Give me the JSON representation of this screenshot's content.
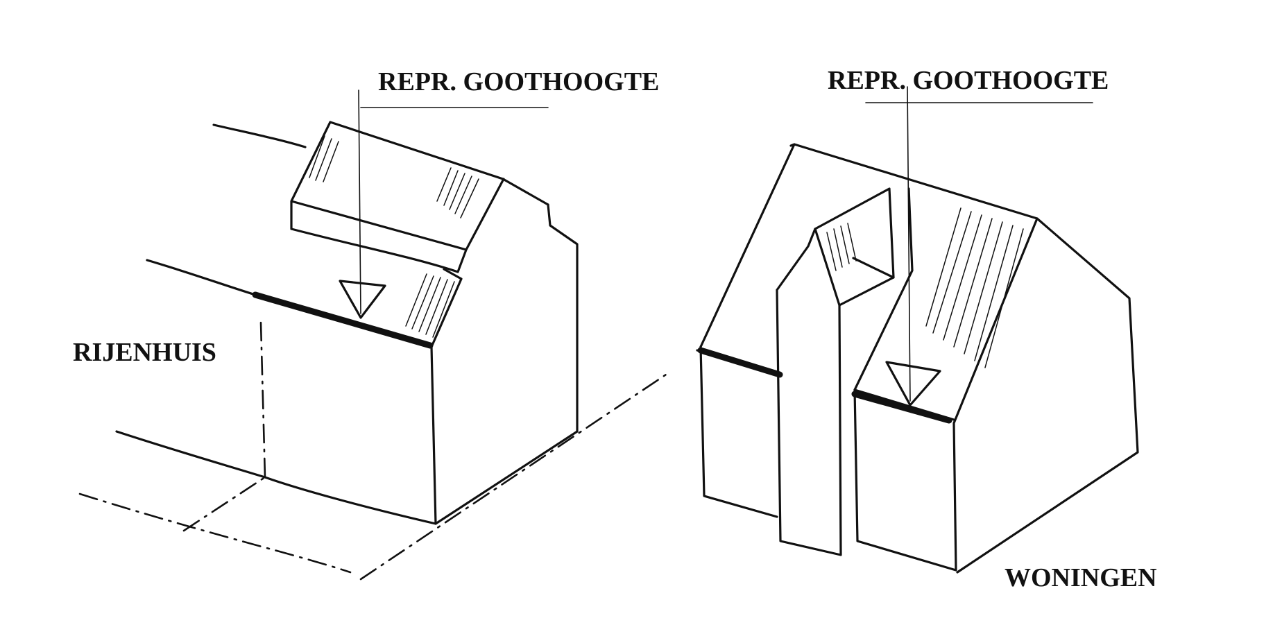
{
  "diagram": {
    "left": {
      "heading": "REPR. GOOTHOOGTE",
      "caption": "RIJENHUIS"
    },
    "right": {
      "heading": "REPR. GOOTHOOGTE",
      "caption": "WONINGEN"
    }
  },
  "colors": {
    "ink": "#111111",
    "paper": "#ffffff"
  }
}
